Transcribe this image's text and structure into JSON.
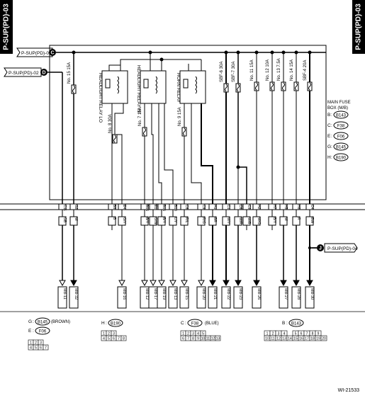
{
  "page_tabs": [
    "P-SUP(PD)-03",
    "P-SUP(PD)-03"
  ],
  "bus_refs": [
    {
      "text": "P-SUP(PD)-02",
      "letter": "C"
    },
    {
      "text": "P-SUP(PD)-02",
      "letter": "D"
    },
    {
      "text": "P-SUP(PD)-04",
      "letter": "J"
    }
  ],
  "relays": [
    "HEADLIGHT RELAY LO",
    "HEADLIGHT RELAY HI",
    "HORN RELAY"
  ],
  "fuses": [
    "No. 15 15A",
    "No. 8 30A",
    "No. 7 15A",
    "No. 9 15A",
    "SBF-6 30A",
    "SBF-7 30A",
    "No. 11 15A",
    "No. 12 10A",
    "No. 13 7.5A",
    "No. 14 15A",
    "SBF-4 20A"
  ],
  "fuse_box": {
    "title": [
      "MAIN FUSE",
      "BOX (M/B)"
    ],
    "entries": [
      {
        "letter": "B",
        "code": "B143"
      },
      {
        "letter": "C",
        "code": "F38"
      },
      {
        "letter": "E",
        "code": "F06"
      },
      {
        "letter": "G",
        "code": "B145"
      },
      {
        "letter": "H",
        "code": "B190"
      }
    ]
  },
  "pins": [
    "C11",
    "G2",
    "B8",
    "E4",
    "B16",
    "E1",
    "B15",
    "B10",
    "C8",
    "C9",
    "H1",
    "C1",
    "C6",
    "C3",
    "H2",
    "H7",
    "H5",
    "H6",
    "C4"
  ],
  "wire_colors": [
    "GB",
    "W",
    "B",
    "G/Y",
    "B/Y",
    "G/W",
    "B/Y",
    "L/Y",
    "R/L",
    "R/G",
    "BR",
    "W/Y",
    "W/R",
    "W/B",
    "W/G",
    "B/Y",
    "W",
    "R",
    "BW"
  ],
  "mb_codes": [
    "MB-11",
    "MB-32",
    "MB-16",
    "MB-12",
    "MB-17",
    "MB-19",
    "MB-13",
    "MB-15",
    "MB-20",
    "MB-21",
    "MB-22",
    "MB-23",
    "MB-26",
    "MB-27",
    "MB-28",
    "MB-30"
  ],
  "connectors": {
    "g": {
      "letter": "G",
      "code": "B145",
      "suffix": "(BROWN)"
    },
    "e": {
      "letter": "E",
      "code": "F06"
    },
    "e_pins": [
      "1",
      "2",
      "3",
      "4",
      "5",
      "6",
      "7"
    ],
    "h": {
      "letter": "H",
      "code": "B190"
    },
    "h_pins": [
      "1",
      "2",
      "3",
      "4",
      "5",
      "6",
      "7",
      "8"
    ],
    "c": {
      "letter": "C",
      "code": "F38",
      "suffix": "(BLUE)"
    },
    "c_pins": [
      "1",
      "2",
      "3",
      "4",
      "5",
      "6",
      "7",
      "8",
      "9",
      "10",
      "11",
      "12",
      "13"
    ],
    "b": {
      "letter": "B",
      "code": "B143"
    },
    "b_pins": [
      "1",
      "2",
      "3",
      "4",
      "5",
      "6",
      "7",
      "8",
      "9",
      "10",
      "11",
      "12",
      "13",
      "14",
      "15",
      "16",
      "17",
      "18",
      "19",
      "20"
    ]
  },
  "figure_code": "WI-21533"
}
